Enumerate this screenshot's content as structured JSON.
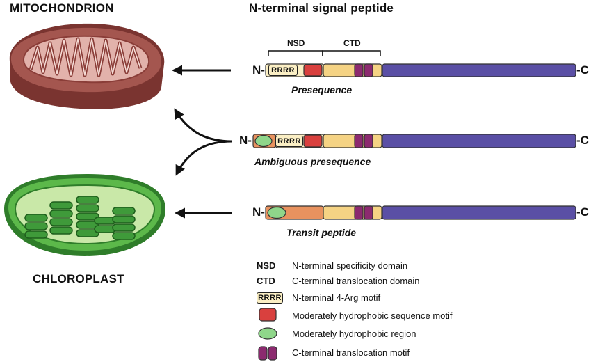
{
  "headings": {
    "mitochondrion": "MITOCHONDRION",
    "chloroplast": "CHLOROPLAST",
    "signal_peptide": "N-terminal signal peptide"
  },
  "domain_labels": {
    "nsd": "NSD",
    "ctd": "CTD"
  },
  "motif_label": "RRRR",
  "termini": {
    "n": "N-",
    "c": "-C"
  },
  "peptides": [
    {
      "caption": "Presequence"
    },
    {
      "caption": "Ambiguous presequence"
    },
    {
      "caption": "Transit peptide"
    }
  ],
  "legend": [
    {
      "abbr": "NSD",
      "text": "N-terminal specificity domain"
    },
    {
      "abbr": "CTD",
      "text": "C-terminal translocation domain"
    },
    {
      "abbr": "RRRR",
      "text": "N-terminal 4-Arg motif"
    },
    {
      "abbr": "",
      "text": "Moderately hydrophobic sequence motif"
    },
    {
      "abbr": "",
      "text": "Moderately hydrophobic region"
    },
    {
      "abbr": "",
      "text": "C-terminal translocation motif"
    }
  ],
  "colors": {
    "mito_outer": "#9c4f4a",
    "mito_inner": "#d9a29b",
    "chloro_outer": "#2f8b2a",
    "chloro_inner": "#c6e7a6",
    "thylakoid": "#3f9a3a",
    "nsd_fill": "#fbefc4",
    "ctd_fill": "#f5d384",
    "orange_region": "#e8925f",
    "red_motif": "#d9403e",
    "green_region": "#8fd68a",
    "purple_motif": "#8c2a6f",
    "mature_protein": "#5a4fa5"
  }
}
